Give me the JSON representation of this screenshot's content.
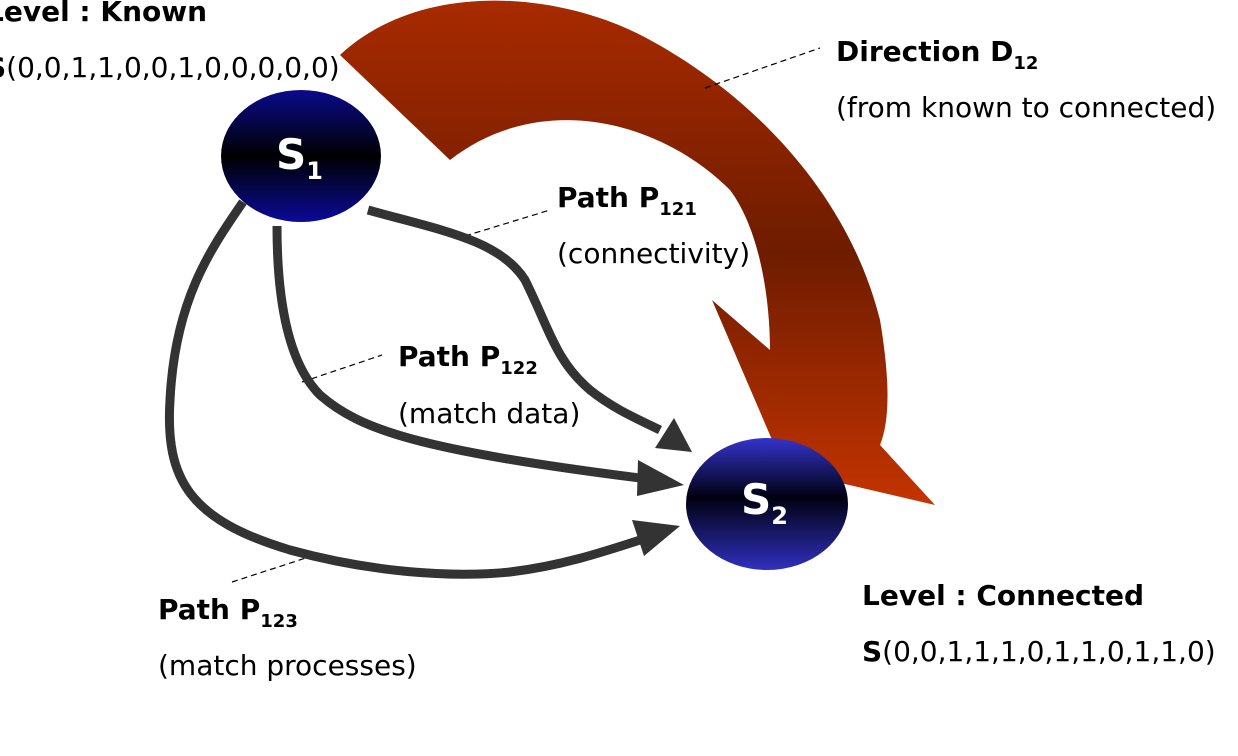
{
  "nodes": {
    "s1": {
      "name": "S",
      "sub": "1"
    },
    "s2": {
      "name": "S",
      "sub": "2"
    }
  },
  "levels": {
    "known": {
      "title": "Level : Known",
      "state_prefix": "S",
      "state_values": "(0,0,1,1,0,0,1,0,0,0,0,0)"
    },
    "connected": {
      "title": "Level  : Connected",
      "state_prefix": "S",
      "state_values": "(0,0,1,1,1,0,1,1,0,1,1,0)"
    }
  },
  "direction": {
    "title": "Direction D",
    "sub": "12",
    "description": "(from known to connected)"
  },
  "paths": [
    {
      "title": "Path P",
      "sub": "121",
      "description": "(connectivity)"
    },
    {
      "title": "Path P",
      "sub": "122",
      "description": "(match data)"
    },
    {
      "title": "Path P",
      "sub": "123",
      "description": "(match processes)"
    }
  ],
  "colors": {
    "node_blue": "#0a0a8c",
    "node_blue_light": "#2c2cc8",
    "arrow_red": "#b83200",
    "arrow_dark": "#6e1c00",
    "path_gray": "#333333"
  }
}
